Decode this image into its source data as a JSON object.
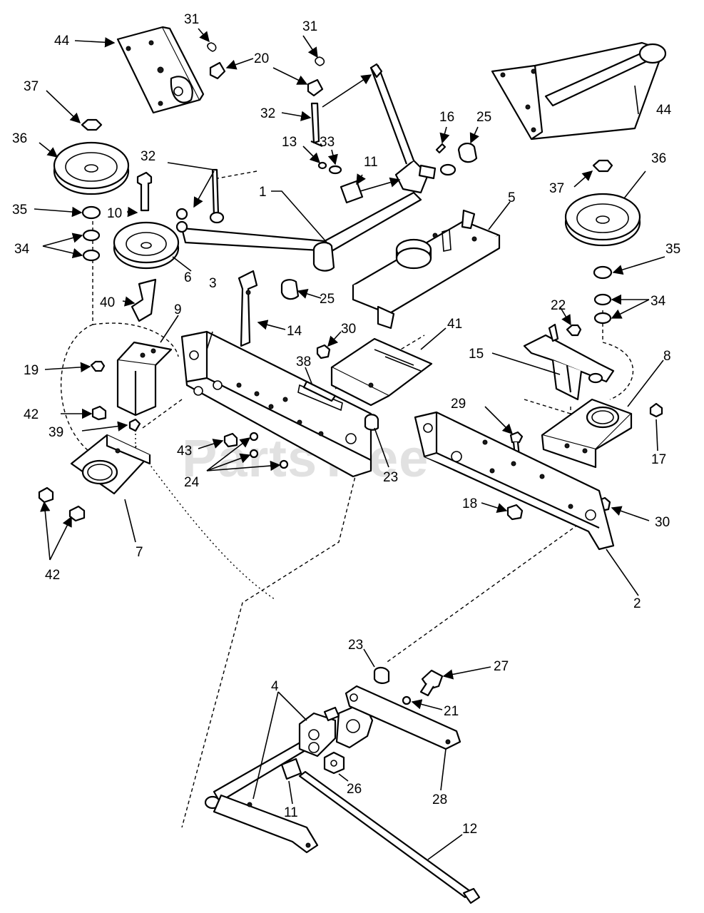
{
  "watermark": "PartsTree",
  "callouts": [
    "1",
    "2",
    "3",
    "4",
    "5",
    "6",
    "7",
    "8",
    "9",
    "10",
    "11",
    "12",
    "13",
    "14",
    "15",
    "16",
    "17",
    "18",
    "19",
    "20",
    "21",
    "22",
    "23",
    "24",
    "25",
    "26",
    "27",
    "28",
    "29",
    "30",
    "31",
    "32",
    "33",
    "34",
    "35",
    "36",
    "37",
    "38",
    "39",
    "40",
    "41",
    "42",
    "43",
    "44"
  ]
}
